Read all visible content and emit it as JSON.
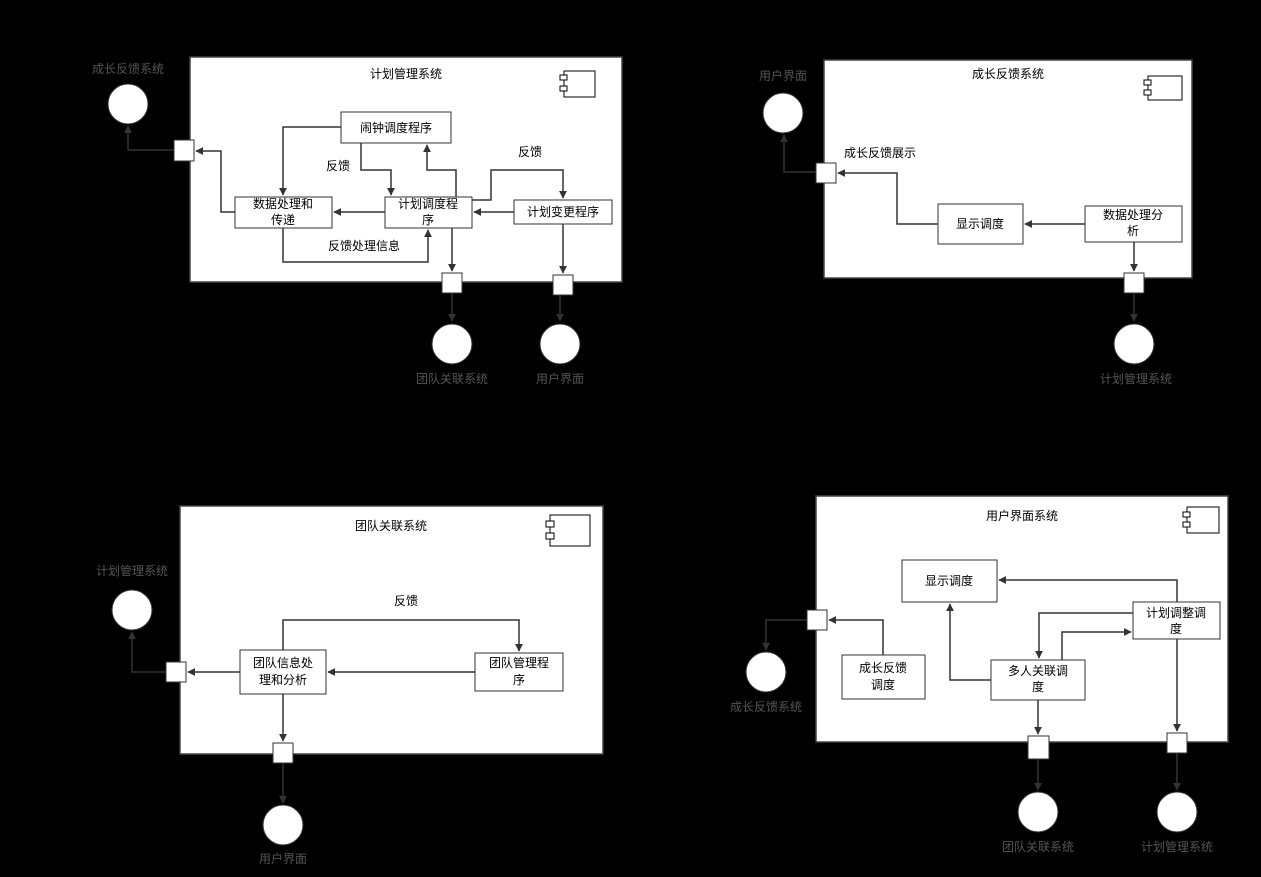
{
  "colors": {
    "background": "#000000",
    "frame": "#ffffff",
    "line": "#333333",
    "outside_text": "#555555"
  },
  "diagrams": {
    "plan": {
      "title": "计划管理系统",
      "boxes": {
        "alarm": "闹钟调度程序",
        "data_proc_1": "数据处理和",
        "data_proc_2": "传递",
        "plan_sched_1": "计划调度程",
        "plan_sched_2": "序",
        "plan_change": "计划变更程序"
      },
      "labels": {
        "feedback_a": "反馈",
        "feedback_b": "反馈",
        "feedback_info": "反馈处理信息"
      },
      "externals": {
        "growth": "成长反馈系统",
        "team": "团队关联系统",
        "ui": "用户界面"
      }
    },
    "growth": {
      "title": "成长反馈系统",
      "boxes": {
        "display": "显示调度",
        "analysis_1": "数据处理分",
        "analysis_2": "析"
      },
      "labels": {
        "show": "成长反馈展示"
      },
      "externals": {
        "ui": "用户界面",
        "plan": "计划管理系统"
      }
    },
    "team": {
      "title": "团队关联系统",
      "boxes": {
        "info_1": "团队信息处",
        "info_2": "理和分析",
        "mgmt_1": "团队管理程",
        "mgmt_2": "序"
      },
      "labels": {
        "feedback": "反馈"
      },
      "externals": {
        "plan": "计划管理系统",
        "ui": "用户界面"
      }
    },
    "ui": {
      "title": "用户界面系统",
      "boxes": {
        "display": "显示调度",
        "adjust_1": "计划调整调",
        "adjust_2": "度",
        "growth_1": "成长反馈",
        "growth_2": "调度",
        "multi_1": "多人关联调",
        "multi_2": "度"
      },
      "externals": {
        "growth": "成长反馈系统",
        "team": "团队关联系统",
        "plan": "计划管理系统"
      }
    }
  }
}
